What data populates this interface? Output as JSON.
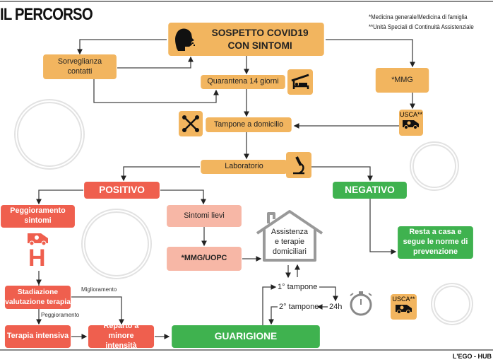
{
  "title": "IL PERCORSO",
  "notes": [
    "*Medicina generale/Medicina di famiglia",
    "**Unità Speciali di Continuità Assistenziale"
  ],
  "nodes": {
    "sospetto_line1": "SOSPETTO COVID19",
    "sospetto_line2": "CON SINTOMI",
    "sorveglianza": "Sorveglianza contatti",
    "quarantena": "Quarantena 14 giorni",
    "mmg": "*MMG",
    "usca": "USCA**",
    "tampone": "Tampone a domicilio",
    "laboratorio": "Laboratorio",
    "positivo": "POSITIVO",
    "negativo": "NEGATIVO",
    "peggioramento": "Peggioramento sintomi",
    "sintomi_lievi": "Sintomi lievi",
    "mmg_uopc": "*MMG/UOPC",
    "assistenza": "Assistenza e terapie domiciliari",
    "resta_a_casa": "Resta a casa e segue le norme di prevenzione",
    "stadiazione": "Stadiazione valutazione terapia",
    "terapia_intensiva": "Terapia intensiva",
    "reparto": "Reparto a minore intensità",
    "guarigione": "GUARIGIONE",
    "tampone1": "1° tampone",
    "tampone2": "2° tampone",
    "h24": "24h",
    "usca_bottom": "USCA**"
  },
  "labels": {
    "miglioramento": "Miglioramento",
    "peggioramento": "Peggioramento"
  },
  "hospital_letter": "H",
  "credit": "L'EGO - HUB",
  "colors": {
    "orange": "#f2b55f",
    "red": "#ef5f4e",
    "pink": "#f7b7a6",
    "green": "#3fb24f"
  }
}
